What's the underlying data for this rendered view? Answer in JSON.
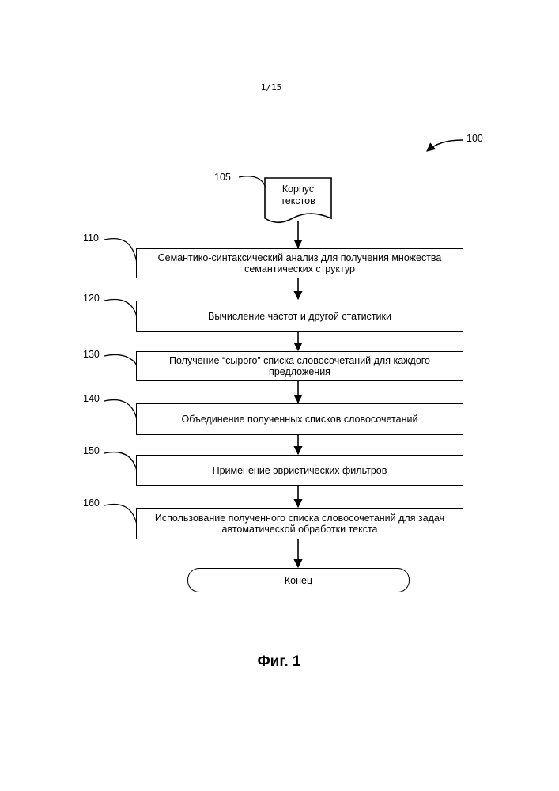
{
  "page_number": "1/15",
  "figure_ref": "100",
  "document_node": {
    "ref": "105",
    "label": "Корпус\nтекстов"
  },
  "steps": [
    {
      "ref": "110",
      "label": "Семантико-синтаксический анализ для получения множества\nсемантических структур"
    },
    {
      "ref": "120",
      "label": "Вычисление частот и другой статистики"
    },
    {
      "ref": "130",
      "label": "Получение “сырого” списка словосочетаний для каждого\nпредложения"
    },
    {
      "ref": "140",
      "label": "Объединение полученных списков словосочетаний"
    },
    {
      "ref": "150",
      "label": "Применение эвристических фильтров"
    },
    {
      "ref": "160",
      "label": "Использование полученного списка словосочетаний для задач\nавтоматической обработки текста"
    }
  ],
  "end_label": "Конец",
  "caption": "Фиг. 1"
}
